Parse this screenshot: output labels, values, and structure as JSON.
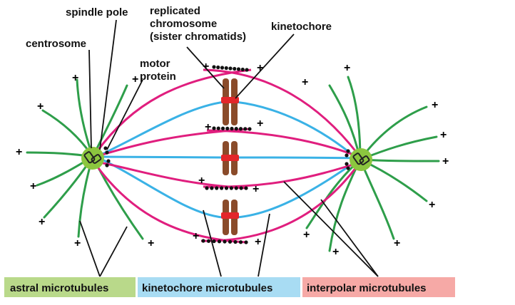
{
  "labels": {
    "spindle_pole": "spindle pole",
    "replicated_line1": "replicated",
    "replicated_line2": "chromosome",
    "replicated_line3": "(sister chromatids)",
    "kinetochore": "kinetochore",
    "centrosome": "centrosome",
    "motor_line1": "motor",
    "motor_line2": "protein",
    "plus": "+"
  },
  "legend": {
    "astral": "astral microtubules",
    "kinetochore": "kinetochore microtubules",
    "interpolar": "interpolar microtubules"
  },
  "colors": {
    "astral": "#2e9e4a",
    "kinetochore": "#3ab2e6",
    "interpolar": "#e01e7e",
    "centrosome": "#8cc63f",
    "chromosome": "#8a4b2a",
    "kinetochore_mark": "#e3262a",
    "legend_astral_bg": "#b9d98a",
    "legend_kinetochore_bg": "#a8dcf3",
    "legend_interpolar_bg": "#f6a9a6"
  }
}
